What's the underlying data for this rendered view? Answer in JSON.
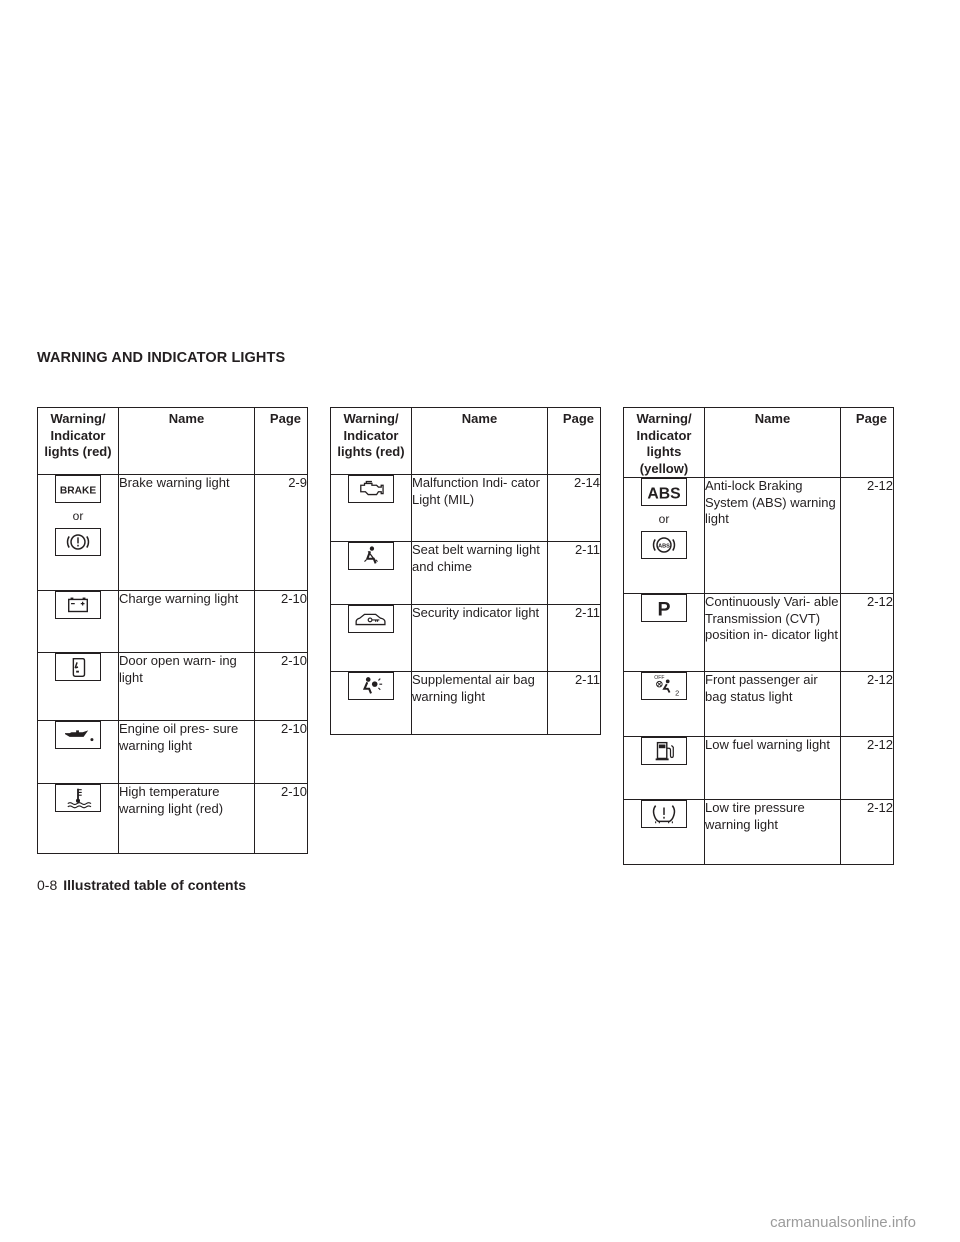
{
  "section_title": "WARNING AND INDICATOR LIGHTS",
  "tables": [
    {
      "headers": {
        "col1": "Warning/ Indicator lights (red)",
        "col2": "Name",
        "col3": "Page"
      },
      "rows": [
        {
          "icons": [
            "brake-text-icon",
            "brake-circle-icon"
          ],
          "or": "or",
          "name": "Brake warning light",
          "page": "2-9"
        },
        {
          "icons": [
            "battery-icon"
          ],
          "name": "Charge warning light",
          "page": "2-10"
        },
        {
          "icons": [
            "door-open-icon"
          ],
          "name": "Door open warn- ing light",
          "page": "2-10"
        },
        {
          "icons": [
            "oil-can-icon"
          ],
          "name": "Engine oil pres- sure warning light",
          "page": "2-10"
        },
        {
          "icons": [
            "thermometer-icon"
          ],
          "name": "High temperature warning light (red)",
          "page": "2-10"
        }
      ]
    },
    {
      "headers": {
        "col1": "Warning/ Indicator lights (red)",
        "col2": "Name",
        "col3": "Page"
      },
      "rows": [
        {
          "icons": [
            "engine-icon"
          ],
          "name": "Malfunction Indi- cator Light (MIL)",
          "page": "2-14"
        },
        {
          "icons": [
            "seat-belt-icon"
          ],
          "name": "Seat belt warning light and chime",
          "page": "2-11"
        },
        {
          "icons": [
            "car-key-icon"
          ],
          "name": "Security indicator light",
          "page": "2-11"
        },
        {
          "icons": [
            "airbag-icon"
          ],
          "name": "Supplemental air bag warning light",
          "page": "2-11"
        }
      ]
    },
    {
      "headers": {
        "col1": "Warning/ Indicator lights (yellow)",
        "col2": "Name",
        "col3": "Page"
      },
      "rows": [
        {
          "icons": [
            "abs-text-icon",
            "abs-circle-icon"
          ],
          "or": "or",
          "name": "Anti-lock Braking System (ABS) warning light",
          "page": "2-12"
        },
        {
          "icons": [
            "p-position-icon"
          ],
          "name": "Continuously Vari- able Transmission (CVT) position in- dicator light",
          "page": "2-12"
        },
        {
          "icons": [
            "passenger-airbag-off-icon"
          ],
          "name": "Front passenger air bag status light",
          "page": "2-12"
        },
        {
          "icons": [
            "fuel-pump-icon"
          ],
          "name": "Low fuel warning light",
          "page": "2-12"
        },
        {
          "icons": [
            "tire-pressure-icon"
          ],
          "name": "Low tire pressure warning light",
          "page": "2-12"
        }
      ]
    }
  ],
  "icon_text": {
    "brake": "BRAKE",
    "abs": "ABS",
    "abs_small": "ABS",
    "p": "P",
    "off": "OFF",
    "two": "2"
  },
  "footer": {
    "page_number": "0-8",
    "title": "Illustrated table of contents"
  },
  "watermark": "carmanualsonline.info"
}
